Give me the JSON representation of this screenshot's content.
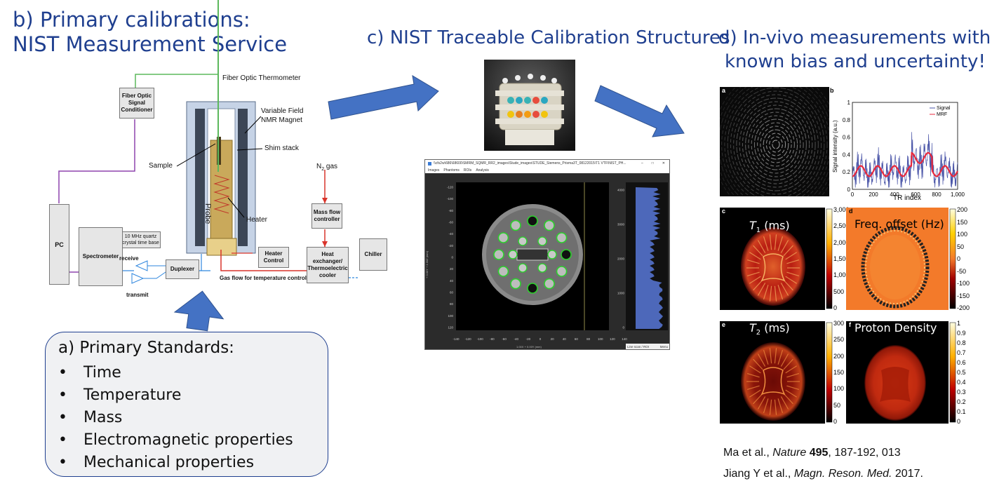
{
  "titles": {
    "b_line1": "b) Primary calibrations:",
    "b_line2": "NIST Measurement Service",
    "c": "c) NIST Traceable Calibration Structures",
    "d_line1": "d) In-vivo measurements with",
    "d_line2": "known bias and uncertainty!"
  },
  "apparatus": {
    "fiber_optic_thermometer": "Fiber Optic Thermometer",
    "fiber_optic_box": "Fiber Optic Signal Conditioner",
    "magnet": "Variable Field NMR Magnet",
    "shim": "Shim stack",
    "sample": "Sample",
    "heater": "Heater",
    "probe": "Probe",
    "n2_gas_prefix": "N",
    "n2_gas_sub": "2",
    "n2_gas_suffix": " gas",
    "mass_flow": "Mass flow controller",
    "pc": "PC",
    "quartz": "10 MHz quartz crystal time base",
    "spectrometer": "Spectrometer",
    "receive": "receive",
    "transmit": "transmit",
    "duplexer": "Duplexer",
    "heater_control": "Heater Control",
    "heat_exchanger": "Heat exchanger/ Thermoelectric cooler",
    "chiller": "Chiller",
    "gas_flow": "Gas flow for temperature control"
  },
  "standards": {
    "heading": "a) Primary Standards:",
    "bullet": "•",
    "items": [
      "Time",
      "Temperature",
      "Mass",
      "Electromagnetic properties",
      "Mechanical properties"
    ]
  },
  "software": {
    "title": "\\\\cfs2w\\686\\68600\\SMRM_SQMR_RR2_images\\Stude_images\\STUDE_Siemens_Prisma3T_08122015\\T1 VTF\\NIST_PH...",
    "menu": [
      "Images",
      "Phantoms",
      "ROIs",
      "Analysis"
    ],
    "y_ticks": [
      "-120",
      "-100",
      "-80",
      "-60",
      "-40",
      "-20",
      "0",
      "20",
      "40",
      "60",
      "80",
      "100",
      "120"
    ],
    "x_ticks": [
      "-140",
      "-120",
      "-100",
      "-80",
      "-60",
      "-40",
      "-20",
      "0",
      "20",
      "40",
      "60",
      "80",
      "100",
      "120",
      "140"
    ],
    "hist_ticks": [
      "4000",
      "3000",
      "2000",
      "1000",
      "0"
    ],
    "x_axis_label": "1.00X + 0.00Y (mm)",
    "y_axis_label": "+ 0.00Y + 1.00Z (mm)",
    "status_left": "Line scan / ROI",
    "status_right": "Menu"
  },
  "mrf": {
    "panel_a": "a",
    "panel_b": "b",
    "panel_c": "c",
    "panel_d": "d",
    "panel_e": "e",
    "panel_f": "f",
    "legend_signal": "Signal",
    "legend_mrf": "MRF",
    "b_yaxis": "Signal intensity (a.u.)",
    "b_xaxis": "TR index",
    "b_yticks": [
      "1",
      "0.8",
      "0.6",
      "0.4",
      "0.2",
      "0"
    ],
    "b_xticks": [
      "0",
      "200",
      "400",
      "600",
      "800",
      "1,000"
    ],
    "t1_label": "T",
    "t1_sub": "1",
    "t1_unit": " (ms)",
    "t1_scale": [
      "3,000",
      "2,500",
      "2,000",
      "1,500",
      "1,000",
      "500",
      "0"
    ],
    "freq_label": "Freq. offset (Hz)",
    "freq_scale": [
      "200",
      "150",
      "100",
      "50",
      "0",
      "-50",
      "-100",
      "-150",
      "-200"
    ],
    "t2_label": "T",
    "t2_sub": "2",
    "t2_unit": " (ms)",
    "t2_scale": [
      "300",
      "250",
      "200",
      "150",
      "100",
      "50",
      "0"
    ],
    "pd_label": "Proton Density",
    "pd_scale": [
      "1",
      "0.9",
      "0.8",
      "0.7",
      "0.6",
      "0.5",
      "0.4",
      "0.3",
      "0.2",
      "0.1",
      "0"
    ]
  },
  "citations": {
    "c1_pre": "Ma et al., ",
    "c1_journal": "Nature",
    "c1_vol": " 495",
    "c1_post": ", 187-192, 013",
    "c2_pre": "Jiang Y et al., ",
    "c2_journal": "Magn. Reson. Med.",
    "c2_post": " 2017."
  }
}
